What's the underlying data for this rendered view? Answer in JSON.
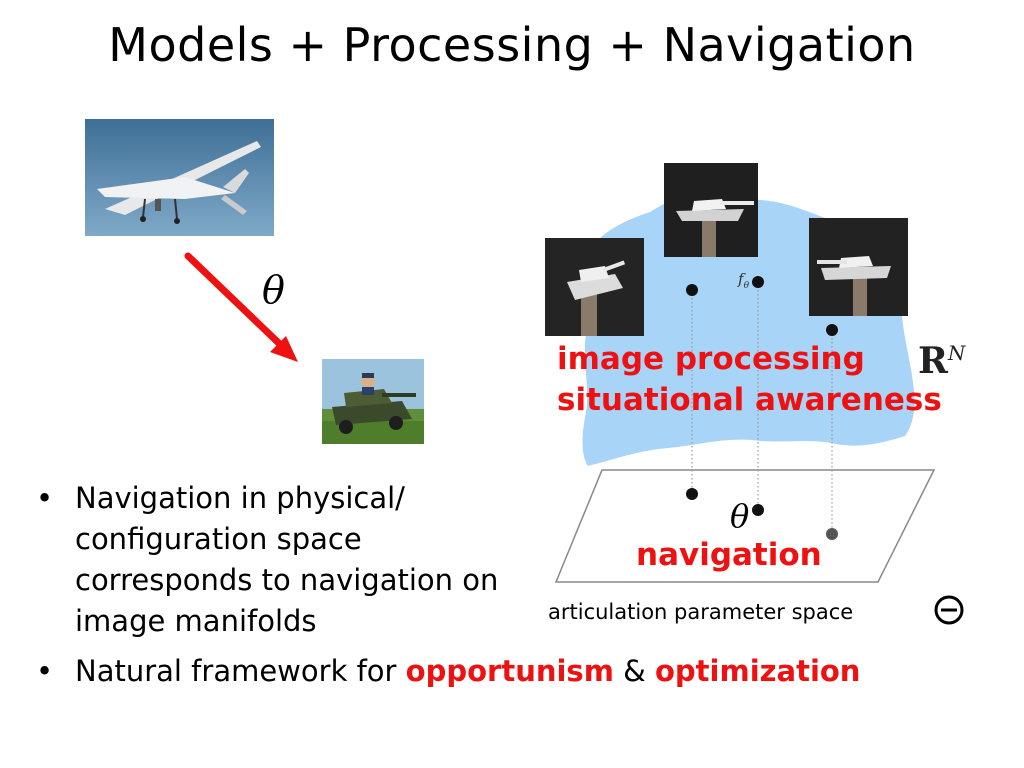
{
  "slide": {
    "title": "Models + Processing + Navigation"
  },
  "diagram": {
    "theta_symbol": "θ",
    "manifold_label_base": "R",
    "manifold_label_exponent": "N",
    "function_label_base": "f",
    "function_label_subscript": "θ",
    "label_image_processing": "image processing",
    "label_situational_awareness": "situational awareness",
    "label_navigation": "navigation",
    "label_param_space": "articulation parameter space",
    "colors": {
      "highlight": "#ee1111",
      "manifold": "#a8d4f7",
      "arrow": "#ee1111"
    }
  },
  "bullets": {
    "item1": "Navigation in physical/ configuration space corresponds to navigation on image manifolds",
    "item2_prefix": "Natural framework for",
    "item2_word1": "opportunism",
    "item2_amp": "&",
    "item2_word2": "optimization"
  }
}
